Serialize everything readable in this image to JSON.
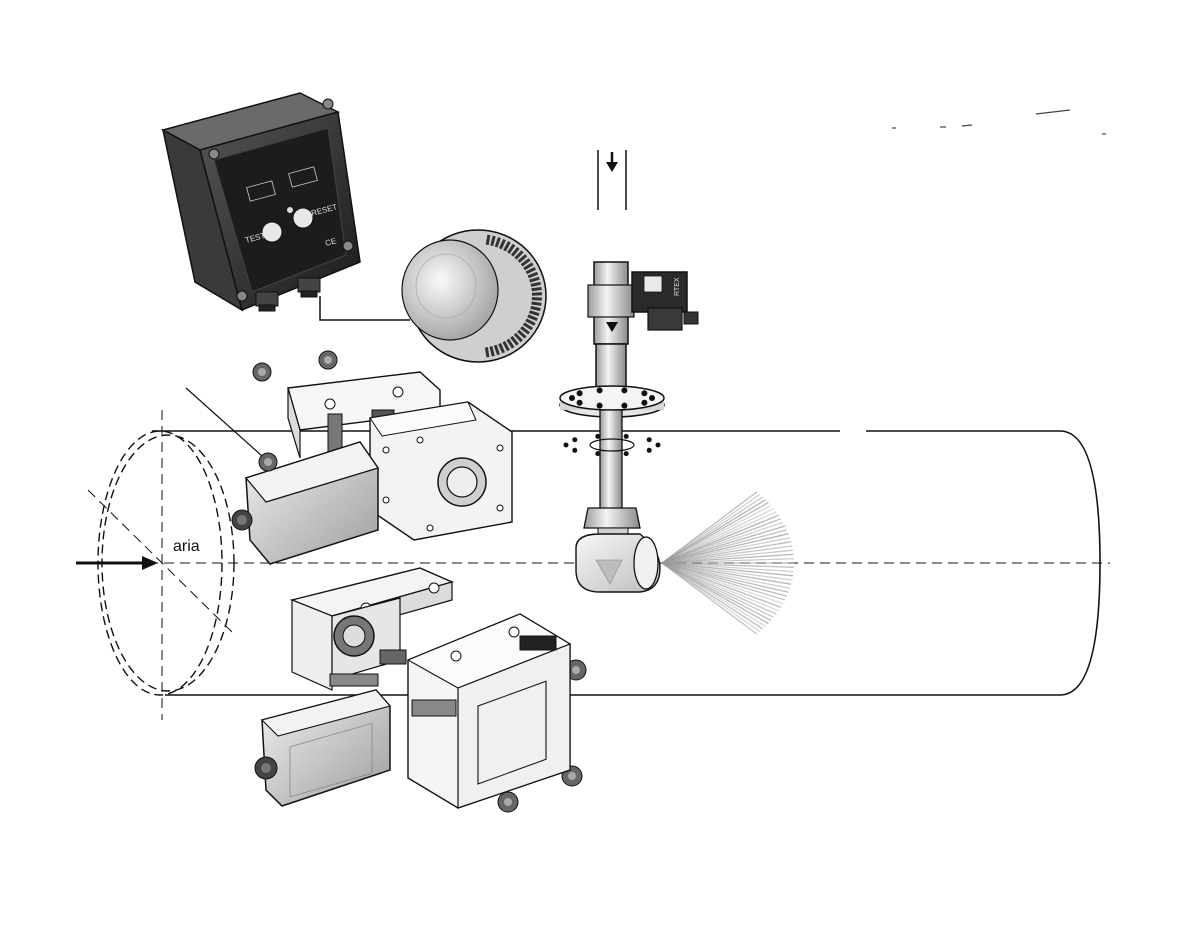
{
  "diagram": {
    "airflow_label": "aria",
    "control_panel": {
      "test_label": "TEST",
      "reset_label": "RESET",
      "ce_mark": "CE"
    },
    "valve_tag": "RTEX"
  },
  "colors": {
    "line": "#111111",
    "panel_body": "#2a2a2a",
    "panel_face": "#1b1b1b",
    "metal_light": "#e9e9e9",
    "metal_mid": "#bdbdbd",
    "spray": "#9a9a9a"
  }
}
